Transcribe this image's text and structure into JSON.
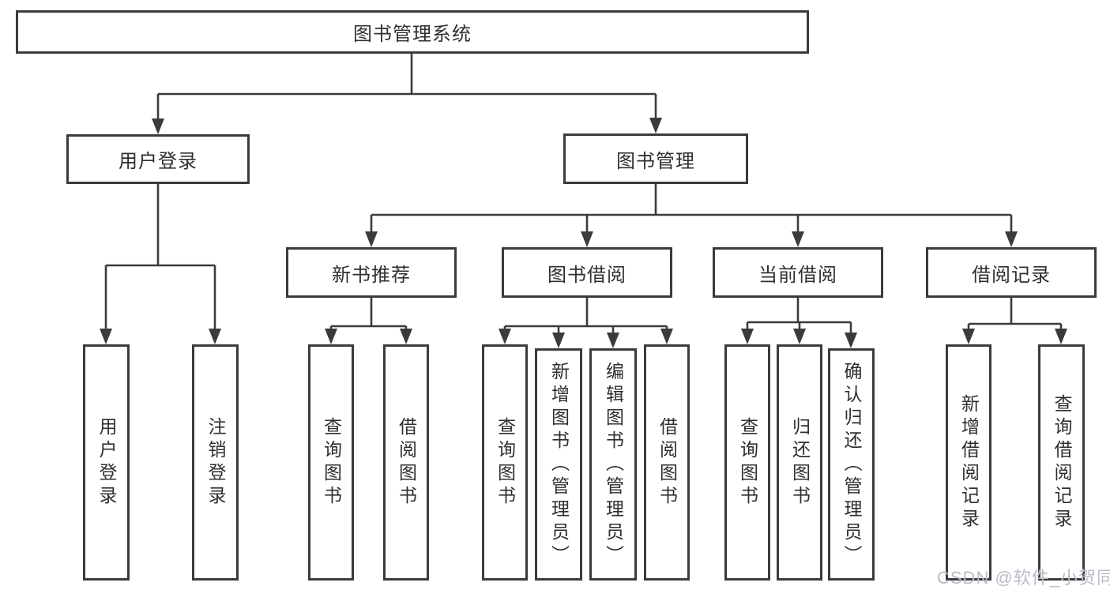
{
  "tree": {
    "root": {
      "label": "图书管理系统"
    },
    "level2": [
      {
        "label": "用户登录"
      },
      {
        "label": "图书管理"
      }
    ],
    "level3": [
      {
        "label": "新书推荐"
      },
      {
        "label": "图书借阅"
      },
      {
        "label": "当前借阅"
      },
      {
        "label": "借阅记录"
      }
    ],
    "leaves": {
      "user_login": [
        {
          "label": "用户登录"
        },
        {
          "label": "注销登录"
        }
      ],
      "new_books": [
        {
          "label": "查询图书"
        },
        {
          "label": "借阅图书"
        }
      ],
      "borrowing": [
        {
          "label": "查询图书"
        },
        {
          "label": "新增图书（管理员）"
        },
        {
          "label": "编辑图书（管理员）"
        },
        {
          "label": "借阅图书"
        }
      ],
      "current": [
        {
          "label": "查询图书"
        },
        {
          "label": "归还图书"
        },
        {
          "label": "确认归还（管理员）"
        }
      ],
      "records": [
        {
          "label": "新增借阅记录"
        },
        {
          "label": "查询借阅记录"
        }
      ]
    }
  },
  "watermark": {
    "text": "CSDN @软件_小贺同学"
  },
  "colors": {
    "line": "#3b3b3b",
    "text": "#2f2f2f",
    "watermark": "#b9bcc6"
  }
}
